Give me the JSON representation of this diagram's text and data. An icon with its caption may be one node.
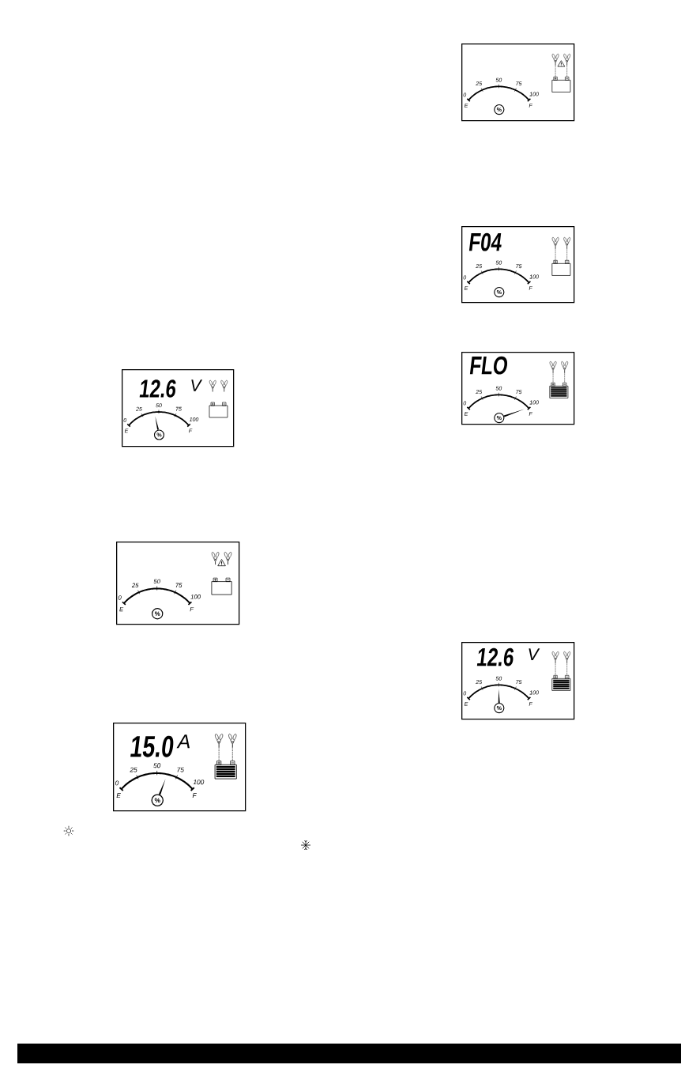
{
  "diagram": {
    "nodes": [
      {
        "text": [
          "12.6",
          "V",
          "0",
          "25",
          "50",
          "75",
          "100",
          "E",
          "F"
        ]
      },
      {
        "text": [
          "%"
        ],
        "in": 0
      },
      {
        "text": [
          "0",
          "25",
          "50",
          "75",
          "100",
          "E",
          "F"
        ]
      },
      {
        "text": [
          "%"
        ],
        "in": 2
      },
      {
        "text": [
          "15.0",
          "A",
          "0",
          "25",
          "50",
          "75",
          "100",
          "E",
          "F"
        ]
      },
      {
        "text": [
          "%"
        ],
        "in": 4
      },
      {
        "text": [
          "0",
          "25",
          "50",
          "75",
          "100",
          "E",
          "F"
        ]
      },
      {
        "text": [
          "%"
        ],
        "in": 6
      },
      {
        "text": [
          "F04",
          "0",
          "25",
          "50",
          "75",
          "100",
          "E",
          "F"
        ]
      },
      {
        "text": [
          "%"
        ],
        "in": 8
      },
      {
        "text": [
          "FLO",
          "0",
          "25",
          "50",
          "75",
          "100",
          "E",
          "F"
        ]
      },
      {
        "text": [
          "%"
        ],
        "in": 10
      },
      {
        "text": [
          "12.6",
          "V",
          "0",
          "25",
          "50",
          "75",
          "100",
          "E",
          "F"
        ]
      },
      {
        "text": [
          "%"
        ],
        "in": 12
      }
    ]
  }
}
